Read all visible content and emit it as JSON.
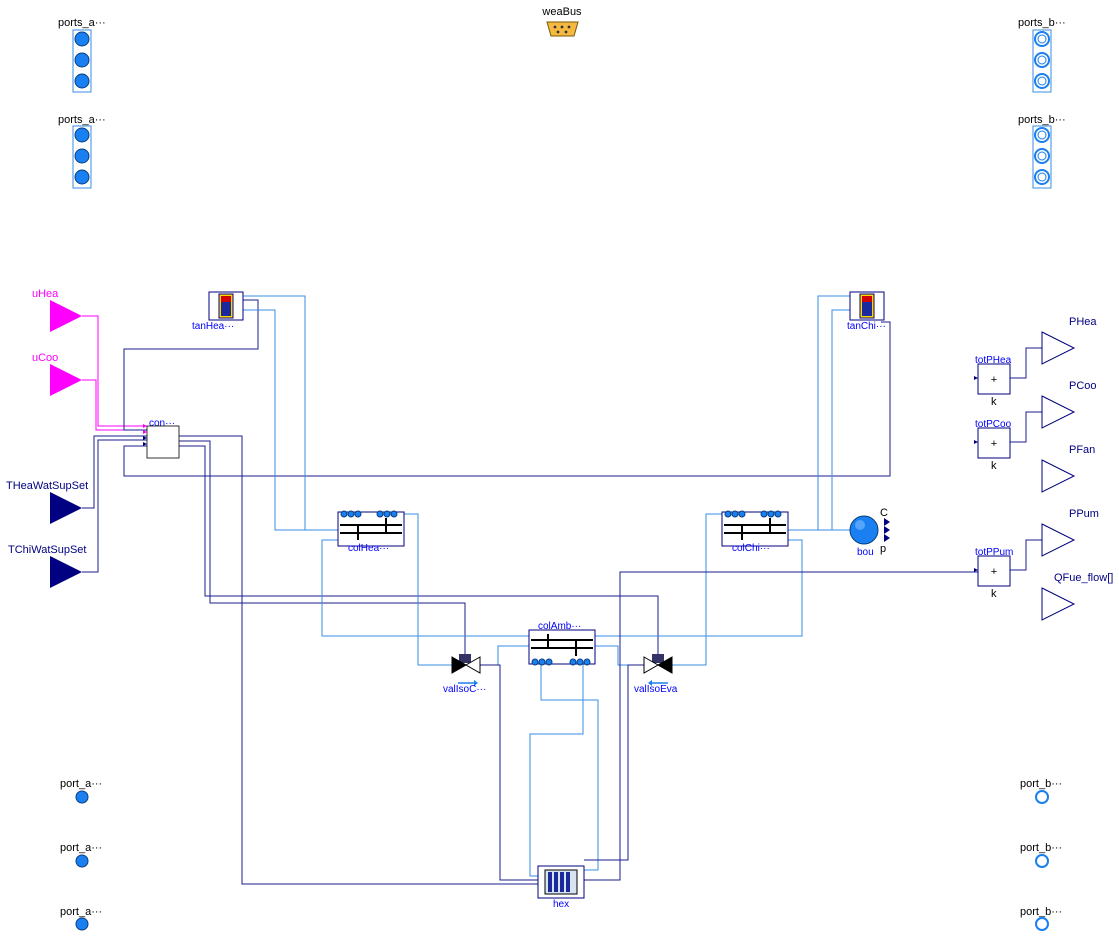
{
  "colors": {
    "wire_blue": "#3a8ee6",
    "wire_navy": "#1c1c8c",
    "wire_magenta": "#ff00ff",
    "port_fill": "#1a7ff0",
    "input_magenta": "#ff00ff",
    "input_navy": "#000080",
    "weabus": "#f5b942"
  },
  "top": {
    "weabus_label": "weaBus"
  },
  "ports": {
    "ports_a_top": "ports_a···",
    "ports_a_mid": "ports_a···",
    "ports_b_top": "ports_b···",
    "ports_b_mid": "ports_b···",
    "port_a_1": "port_a···",
    "port_a_2": "port_a···",
    "port_a_3": "port_a···",
    "port_b_1": "port_b···",
    "port_b_2": "port_b···",
    "port_b_3": "port_b···"
  },
  "inputs": {
    "uHea": "uHea",
    "uCoo": "uCoo",
    "THeaWatSupSet": "THeaWatSupSet",
    "TChiWatSupSet": "TChiWatSupSet"
  },
  "outputs": {
    "PHea": "PHea",
    "PCoo": "PCoo",
    "PFan": "PFan",
    "PPum": "PPum",
    "QFue_flow": "QFue_flow[]"
  },
  "blocks": {
    "con": "con···",
    "tanHea": "tanHea···",
    "tanChi": "tanChi···",
    "colHea": "colHea···",
    "colChi": "colChi···",
    "colAmb": "colAmb···",
    "valIsoCon": "valIsoC···",
    "valIsoEva": "valIsoEva",
    "hex": "hex",
    "bou": "bou",
    "bou_c": "C",
    "bou_p": "p",
    "totPHea": "totPHea",
    "totPCoo": "totPCoo",
    "totPPum": "totPPum",
    "sum_symbol": "+",
    "k_label": "k"
  }
}
